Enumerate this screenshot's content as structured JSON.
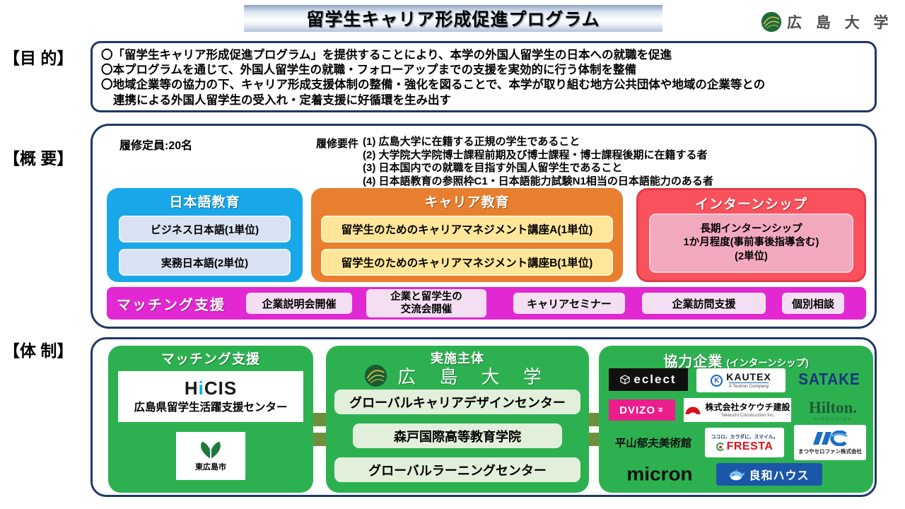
{
  "title": "留学生キャリア形成促進プログラム",
  "university_name": "広 島 大 学",
  "colors": {
    "frame_border": "#1f3864",
    "japanese_education": "#18a8e9",
    "japanese_education_item": "#d9e2f3",
    "career_education": "#e87f2e",
    "career_education_item": "#ffe699",
    "internship": "#fa525c",
    "internship_item": "#f3a9bd",
    "matching": "#e228d2",
    "matching_item": "#f4dff2",
    "structure_green": "#2db150",
    "structure_green_item": "#e2efda",
    "connector_olive": "#6e8f3c"
  },
  "sections": {
    "purpose": {
      "label": "【目 的】",
      "lines": [
        "〇「留学生キャリア形成促進プログラム」を提供することにより、本学の外国人留学生の日本への就職を促進",
        "〇本プログラムを通じて、外国人留学生の就職・フォローアップまでの支援を実効的に行う体制を整備",
        "〇地域企業等の協力の下、キャリア形成支援体制の整備・強化を図ることで、本学が取り組む地方公共団体や地域の企業等との",
        "連携による外国人留学生の受入れ・定着支援に好循環を生み出す"
      ]
    },
    "overview": {
      "label": "【概 要】",
      "capacity": "履修定員:20名",
      "requirements_label": "履修要件",
      "requirements": [
        "(1) 広島大学に在籍する正規の学生であること",
        "(2) 大学院大学院博士課程前期及び博士課程・博士課程後期に在籍する者",
        "(3) 日本国内での就職を目指す外国人留学生であること",
        "(4) 日本語教育の参照枠C1・日本語能力試験N1相当の日本語能力のある者"
      ],
      "japanese_education": {
        "title": "日本語教育",
        "items": [
          "ビジネス日本語(1単位)",
          "実務日本語(2単位)"
        ]
      },
      "career_education": {
        "title": "キャリア教育",
        "items": [
          "留学生のためのキャリアマネジメント講座A(1単位)",
          "留学生のためのキャリアマネジメント講座B(1単位)"
        ]
      },
      "internship": {
        "title": "インターンシップ",
        "item_text": "長期インターンシップ\n1か月程度(事前事後指導含む)\n(2単位)"
      },
      "matching": {
        "title": "マッチング支援",
        "items": [
          "企業説明会開催",
          "企業と留学生の\n交流会開催",
          "キャリアセミナー",
          "企業訪問支援",
          "個別相談"
        ]
      }
    },
    "structure": {
      "label": "【体 制】",
      "matching_box": {
        "title": "マッチング支援",
        "hicis_logo_h": "H",
        "hicis_logo_i": "i",
        "hicis_logo_rest": "CIS",
        "hicis_name": "広島県留学生活躍支援センター",
        "city_name": "東広島市"
      },
      "implementation_box": {
        "title": "実施主体",
        "university": "広 島 大 学",
        "centers": [
          "グローバルキャリアデザインセンター",
          "森戸国際高等教育学院",
          "グローバルラーニングセンター"
        ]
      },
      "partners_box": {
        "title": "協力企業",
        "subtitle": "(インターンシップ)",
        "companies": {
          "eclect": "eclect",
          "kautex": "KAUTEX",
          "kautex_sub": "A Textron Company",
          "satake": "SATAKE",
          "dvizo": "DVIZO",
          "takeuchi": "株式会社タケウチ建設",
          "takeuchi_sub": "Takeuchi Construction Inc.",
          "hilton": "Hilton.",
          "hilton_sub": "HIROSHIMA",
          "hirayama": "平山郁夫美術館",
          "fresta": "FRESTA",
          "fresta_sub": "ココロ、カラダに、スマイル。",
          "matsuya": "まつやセロファン株式会社",
          "micron": "micron",
          "riwa": "良和ハウス"
        }
      }
    }
  }
}
